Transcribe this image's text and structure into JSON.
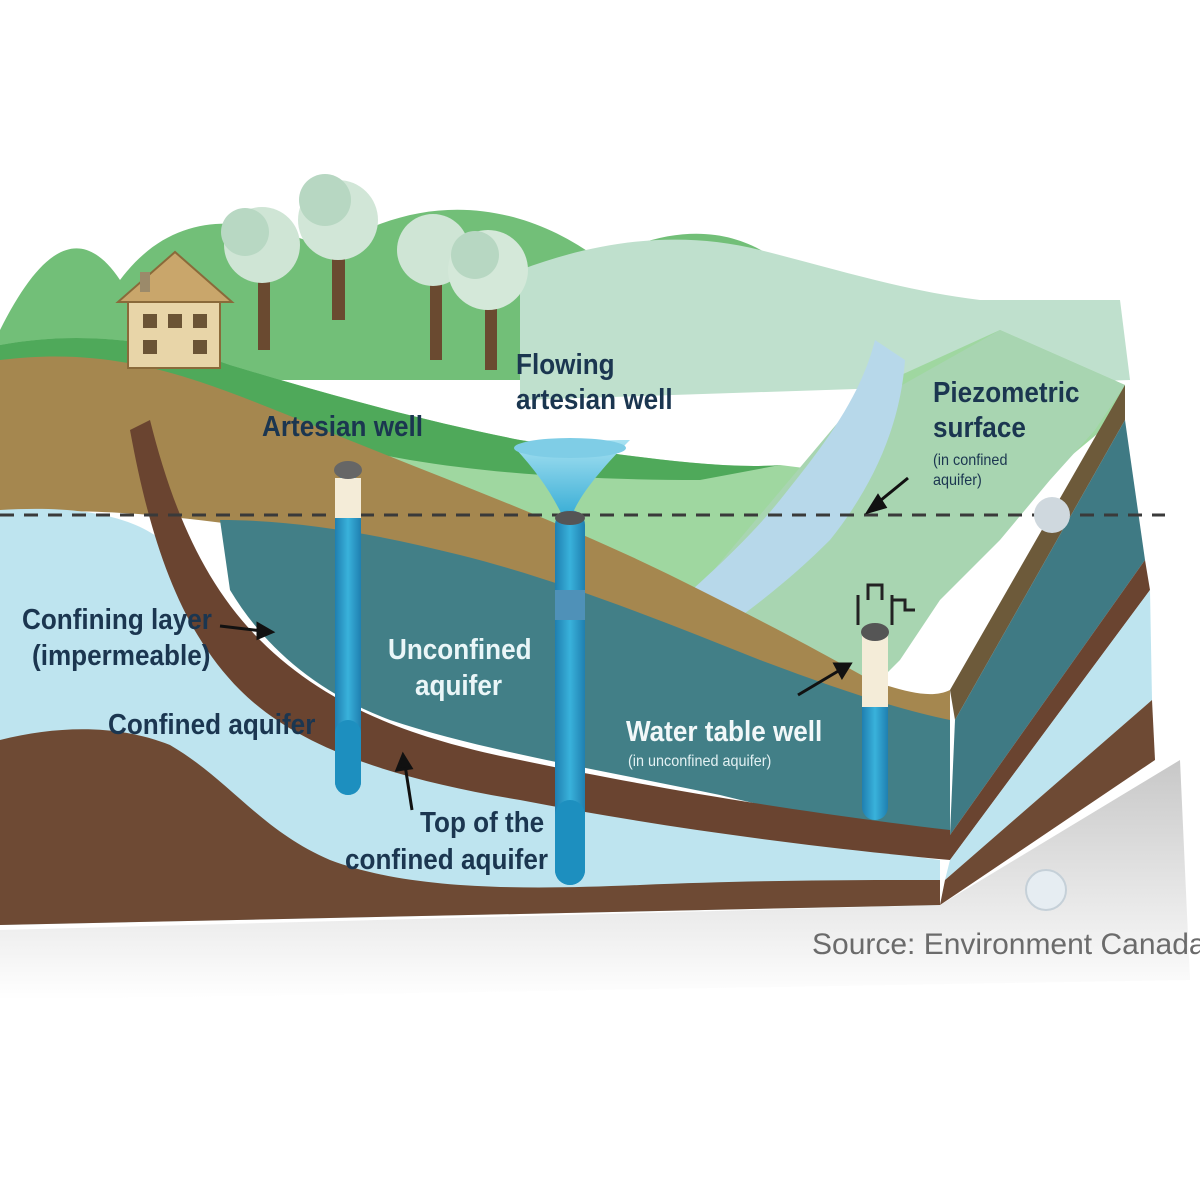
{
  "labels": {
    "artesian_well": "Artesian well",
    "flowing_well_line1": "Flowing",
    "flowing_well_line2": "artesian well",
    "piezometric_line1": "Piezometric",
    "piezometric_line2": "surface",
    "piezometric_note1": "(in confined",
    "piezometric_note2": "aquifer)",
    "confining_line1": "Confining layer",
    "confining_line2": "(impermeable)",
    "unconfined_line1": "Unconfined",
    "unconfined_line2": "aquifer",
    "confined_aquifer": "Confined aquifer",
    "water_table_well": "Water table well",
    "water_table_note": "(in unconfined aquifer)",
    "top_confined_line1": "Top of the",
    "top_confined_line2": "confined aquifer"
  },
  "source": "Source:  Environment Canada",
  "colors": {
    "grass_light": "#8fcf8a",
    "grass_dark": "#4aa455",
    "soil_brown": "#9a7f4c",
    "confining_layer": "#6a4430",
    "unconfined_aquifer": "#3f7f86",
    "confined_aquifer": "#bfe4ee",
    "well_blue": "#2fa6cf",
    "text": "#1b3650"
  }
}
